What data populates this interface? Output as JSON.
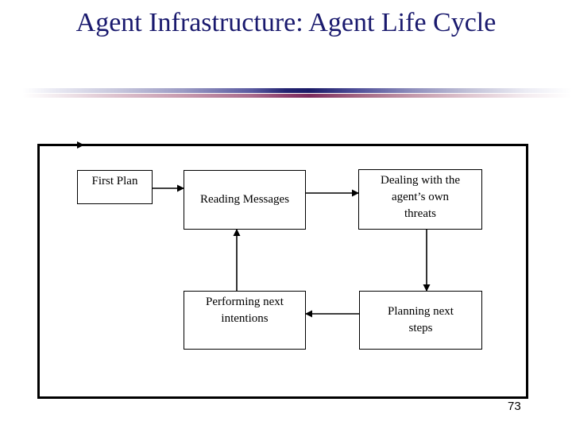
{
  "slide": {
    "title": "Agent Infrastructure: Agent Life Cycle",
    "page_number": "73",
    "title_color": "#1a1a6e",
    "divider_top_color": "#1a1a66",
    "divider_bottom_color": "#7b2a5c",
    "line_color": "#000000",
    "background_color": "#ffffff"
  },
  "diagram": {
    "name": "agent-life-cycle-flowchart",
    "boxes": [
      {
        "id": "first-plan",
        "label": "First Plan"
      },
      {
        "id": "reading-messages",
        "label": "Reading Messages"
      },
      {
        "id": "dealing-threats",
        "label": "Dealing with the\nagent’s own\nthreats"
      },
      {
        "id": "performing",
        "label": "Performing next\nintentions"
      },
      {
        "id": "planning",
        "label": "Planning next\nsteps"
      }
    ],
    "arrows": [
      {
        "id": "entry-arrow",
        "from": "",
        "to": "",
        "direction": "right"
      },
      {
        "id": "first-plan-to-reading-messages",
        "from": "first-plan",
        "to": "reading-messages",
        "direction": "right"
      },
      {
        "id": "reading-messages-to-threats",
        "from": "reading-messages",
        "to": "dealing-threats",
        "direction": "right"
      },
      {
        "id": "threats-to-planning",
        "from": "dealing-threats",
        "to": "planning",
        "direction": "down"
      },
      {
        "id": "planning-to-performing",
        "from": "planning",
        "to": "performing",
        "direction": "left"
      },
      {
        "id": "performing-to-reading-messages",
        "from": "performing",
        "to": "reading-messages",
        "direction": "up"
      }
    ]
  }
}
